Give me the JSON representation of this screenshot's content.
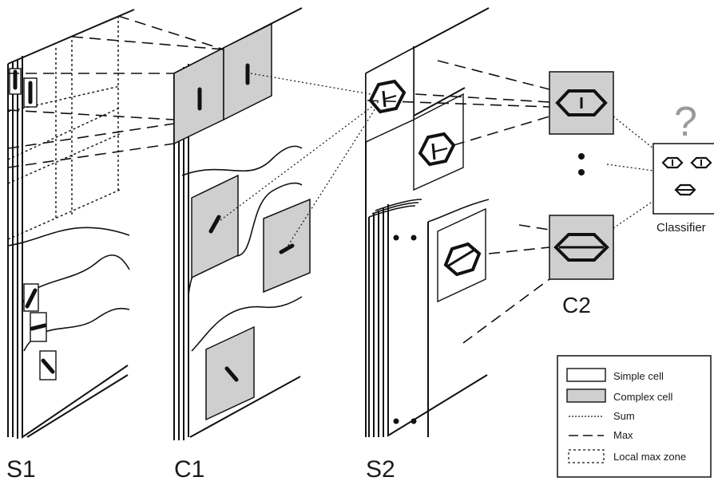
{
  "diagram": {
    "stage_labels": {
      "s1": "S1",
      "c1": "C1",
      "s2": "S2",
      "c2": "C2"
    },
    "classifier": {
      "label": "Classifier",
      "question_mark": "?"
    },
    "legend": {
      "simple_cell": "Simple cell",
      "complex_cell": "Complex cell",
      "sum": "Sum",
      "max": "Max",
      "local_max_zone": "Local max zone"
    },
    "colors": {
      "complex_fill": "#cfcfcf",
      "ink": "#111111",
      "question": "#9a9a9a"
    }
  }
}
